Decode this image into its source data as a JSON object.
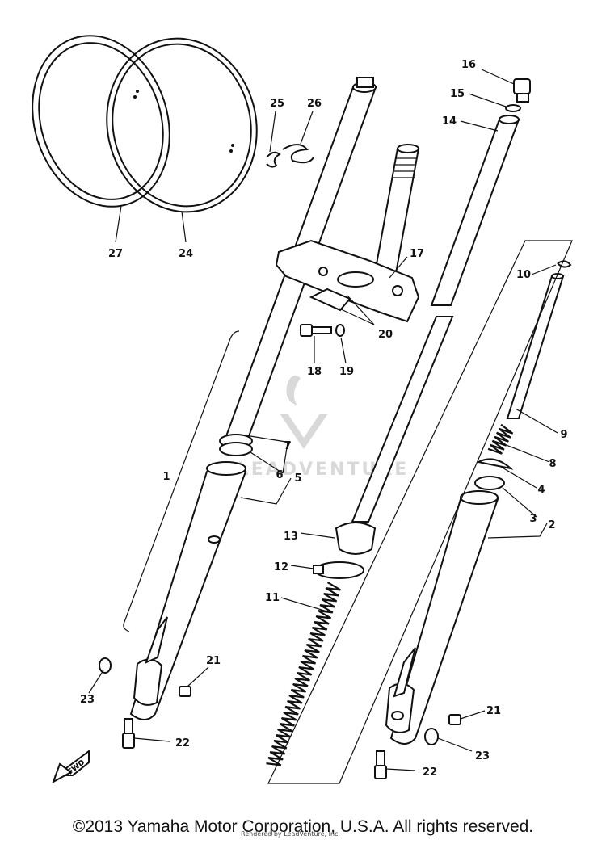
{
  "diagram": {
    "callouts": [
      "1",
      "2",
      "3",
      "4",
      "5",
      "6",
      "7",
      "8",
      "9",
      "10",
      "11",
      "12",
      "13",
      "14",
      "15",
      "16",
      "17",
      "18",
      "19",
      "20",
      "21",
      "21",
      "22",
      "22",
      "23",
      "23",
      "24",
      "25",
      "26",
      "27"
    ],
    "fwd_label": "FWD",
    "watermark_text": "LEADVENTURE"
  },
  "footer": {
    "copyright": "©2013 Yamaha Motor Corporation, U.S.A. All rights reserved.",
    "rendered_by": "Rendered by LeadVenture, Inc."
  },
  "colors": {
    "ink": "#111111",
    "paper": "#ffffff",
    "watermark": "#d9d9d9"
  }
}
